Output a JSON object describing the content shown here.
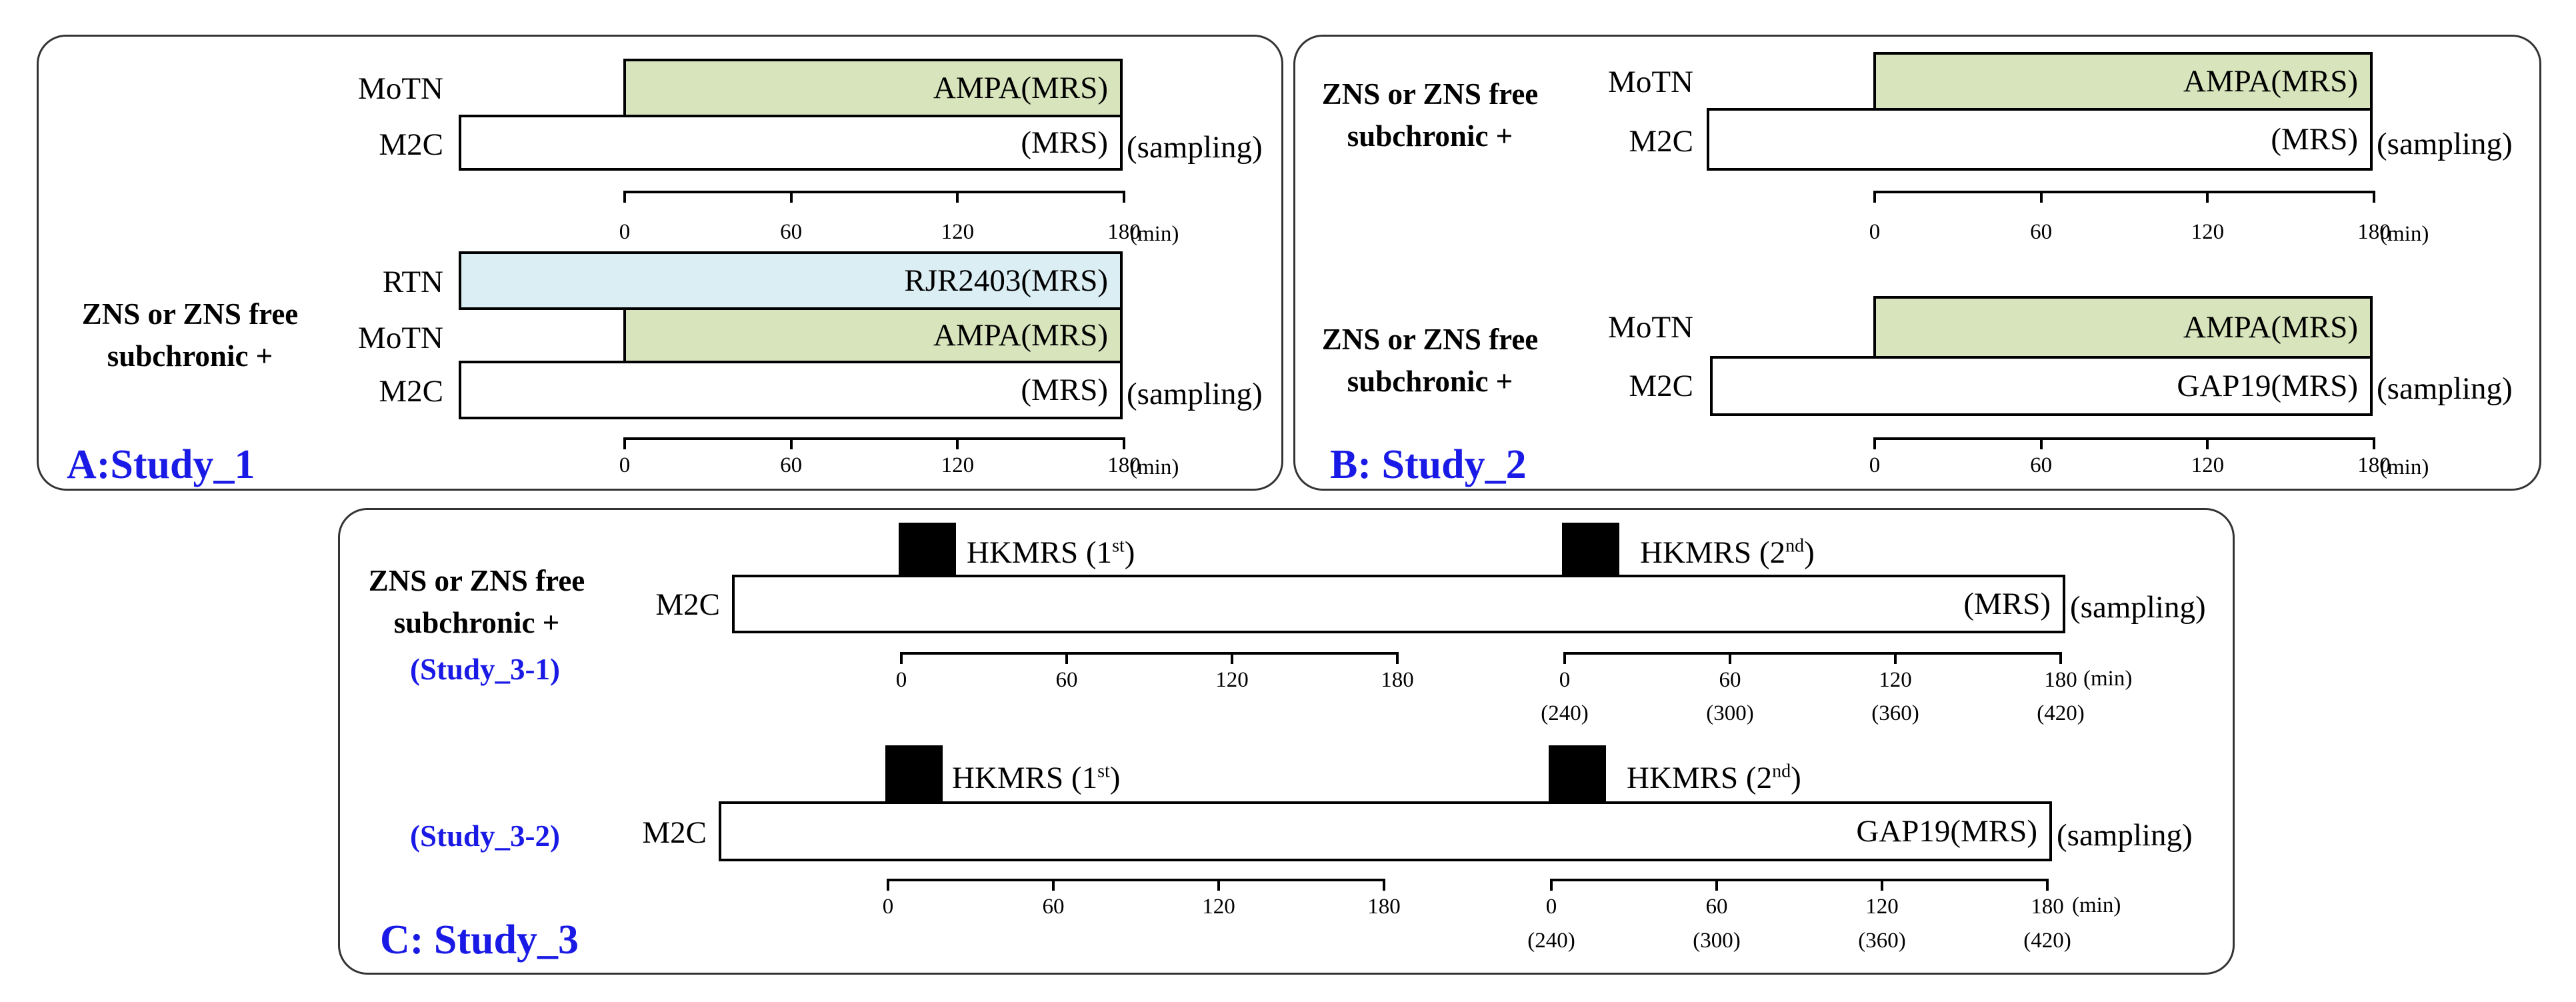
{
  "panels": {
    "a": {
      "title": "A:Study_1",
      "cond_line1": "ZNS or ZNS free",
      "cond_line2": "subchronic +",
      "top": {
        "motn_label": "MoTN",
        "motn_bar": "AMPA(MRS)",
        "m2c_label": "M2C",
        "m2c_bar": "(MRS)",
        "sampling": "(sampling)"
      },
      "bottom": {
        "rtn_label": "RTN",
        "rtn_bar": "RJR2403(MRS)",
        "motn_label": "MoTN",
        "motn_bar": "AMPA(MRS)",
        "m2c_label": "M2C",
        "m2c_bar": "(MRS)",
        "sampling": "(sampling)"
      }
    },
    "b": {
      "title": "B: Study_2",
      "top": {
        "cond_line1": "ZNS or ZNS free",
        "cond_line2": "subchronic +",
        "motn_label": "MoTN",
        "motn_bar": "AMPA(MRS)",
        "m2c_label": "M2C",
        "m2c_bar": "(MRS)",
        "sampling": "(sampling)"
      },
      "bottom": {
        "cond_line1": "ZNS or ZNS free",
        "cond_line2": "subchronic +",
        "motn_label": "MoTN",
        "motn_bar": "AMPA(MRS)",
        "m2c_label": "M2C",
        "m2c_bar": "GAP19(MRS)",
        "sampling": "(sampling)"
      }
    },
    "c": {
      "title": "C: Study_3",
      "cond_line1": "ZNS or ZNS free",
      "cond_line2": "subchronic +",
      "study31": "(Study_3-1)",
      "study32": "(Study_3-2)",
      "row1": {
        "m2c_label": "M2C",
        "m2c_bar": "(MRS)",
        "sampling": "(sampling)",
        "hk1": "HKMRS (1",
        "hk1_sup": "st",
        "hk1_close": ")",
        "hk2": "HKMRS (2",
        "hk2_sup": "nd",
        "hk2_close": ")"
      },
      "row2": {
        "m2c_label": "M2C",
        "m2c_bar": "GAP19(MRS)",
        "sampling": "(sampling)",
        "hk1": "HKMRS (1",
        "hk1_sup": "st",
        "hk1_close": ")",
        "hk2": "HKMRS (2",
        "hk2_sup": "nd",
        "hk2_close": ")"
      }
    }
  },
  "axis": {
    "ticks": [
      "0",
      "60",
      "120",
      "180"
    ],
    "unit": "(min)",
    "second_half_totals": [
      "(240)",
      "(300)",
      "(360)",
      "(420)"
    ]
  },
  "colors": {
    "ampa_fill": "#d8e4bc",
    "rjr_fill": "#dbeef4",
    "title_color": "#1a1ae6"
  }
}
